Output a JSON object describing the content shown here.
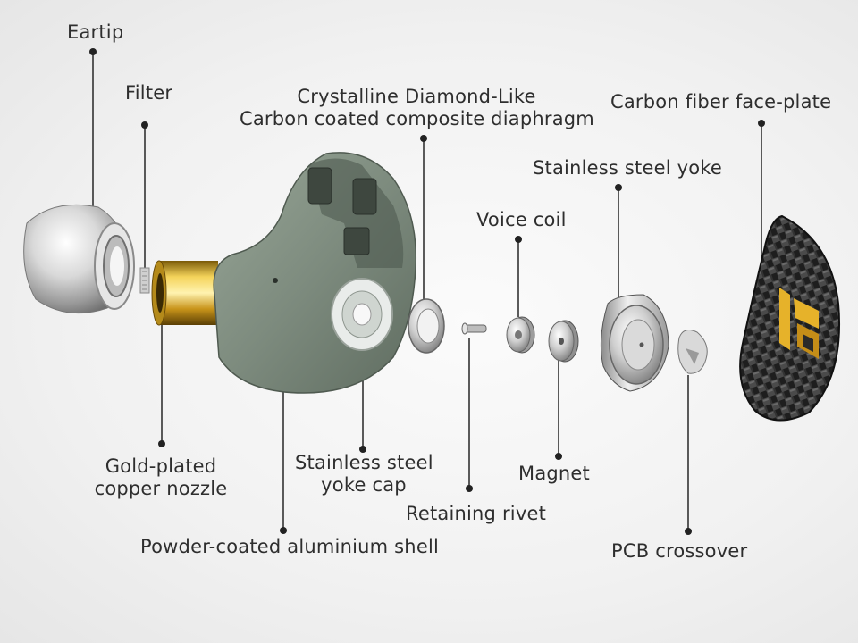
{
  "labels": {
    "eartip": "Eartip",
    "filter": "Filter",
    "diaphragm": [
      "Crystalline Diamond-Like",
      "Carbon coated composite diaphragm"
    ],
    "faceplate": "Carbon fiber face-plate",
    "yoke": "Stainless steel yoke",
    "voice_coil": "Voice coil",
    "nozzle": [
      "Gold-plated",
      "copper nozzle"
    ],
    "yoke_cap": [
      "Stainless steel",
      "yoke cap"
    ],
    "magnet": "Magnet",
    "rivet": "Retaining rivet",
    "shell": "Powder-coated aluminium shell",
    "pcb": "PCB crossover"
  },
  "colors": {
    "shell": "#7d8b7e",
    "gold": "#d4a52a",
    "carbon": "#2a2a2a",
    "logo": "#e6b22a",
    "metal": "#c8c8c8",
    "line": "#333333"
  }
}
